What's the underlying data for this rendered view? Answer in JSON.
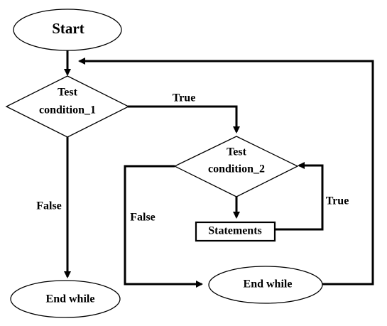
{
  "diagram": {
    "start_label": "Start",
    "condition_1_line1": "Test",
    "condition_1_line2": "condition_1",
    "condition_2_line1": "Test",
    "condition_2_line2": "condition_2",
    "statements_label": "Statements",
    "end_while_outer": "End while",
    "end_while_inner": "End while",
    "true_label_1": "True",
    "false_label_1": "False",
    "false_label_2": "False",
    "true_label_2": "True"
  }
}
